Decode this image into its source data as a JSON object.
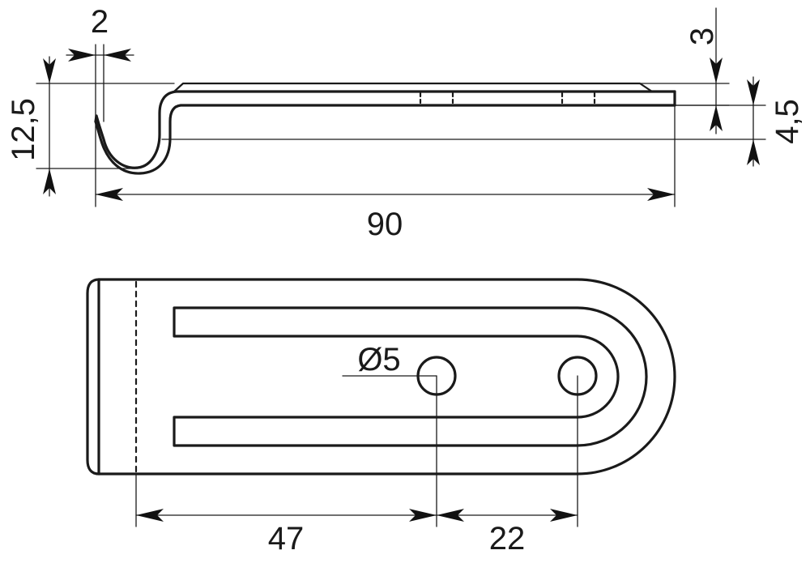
{
  "dimensions": {
    "thickness_top": "2",
    "height_left": "12,5",
    "length_total": "90",
    "offset_right_top": "3",
    "offset_right_side": "4,5",
    "hole_diameter": "Ø5",
    "hole_distance_1": "47",
    "hole_distance_2": "22"
  }
}
